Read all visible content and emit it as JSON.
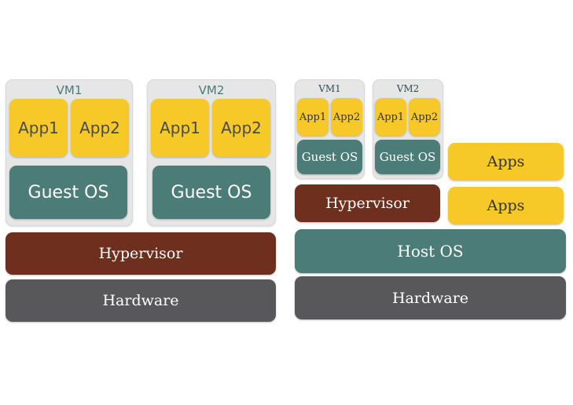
{
  "left": {
    "vm1": {
      "label": "VM1",
      "app1": "App1",
      "app2": "App2",
      "guest_os": "Guest OS"
    },
    "vm2": {
      "label": "VM2",
      "app1": "App1",
      "app2": "App2",
      "guest_os": "Guest OS"
    },
    "hypervisor": "Hypervisor",
    "hardware": "Hardware"
  },
  "right": {
    "vm1": {
      "label": "VM1",
      "app1": "App1",
      "app2": "App2",
      "guest_os": "Guest OS"
    },
    "vm2": {
      "label": "VM2",
      "app1": "App1",
      "app2": "App2",
      "guest_os": "Guest OS"
    },
    "apps_top": "Apps",
    "apps_bottom": "Apps",
    "hypervisor": "Hypervisor",
    "host_os": "Host OS",
    "hardware": "Hardware"
  },
  "colors": {
    "app": "#f6c928",
    "guest_os": "#4c7c78",
    "hypervisor": "#6e2f1e",
    "host_os": "#4c7c78",
    "hardware": "#58585a",
    "vm_container": "#e6e6e6",
    "vm_label": "#4a7a7a"
  }
}
